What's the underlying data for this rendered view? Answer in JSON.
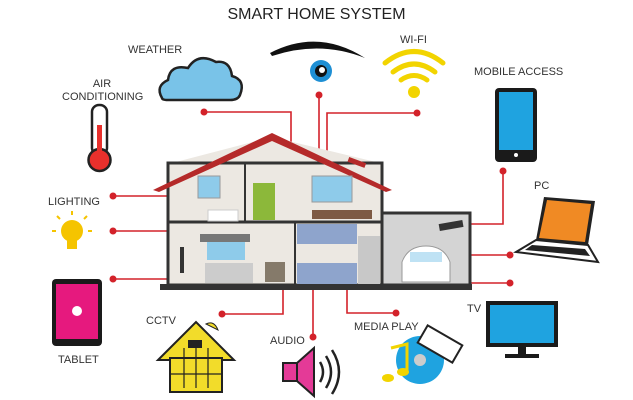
{
  "title": "SMART HOME SYSTEM",
  "labels": {
    "weather": "WEATHER",
    "air_conditioning_1": "AIR",
    "air_conditioning_2": "CONDITIONING",
    "wifi": "WI-FI",
    "mobile_access": "MOBILE ACCESS",
    "pc": "PC",
    "lighting": "LIGHTING",
    "tablet": "TABLET",
    "cctv": "CCTV",
    "audio": "AUDIO",
    "media_play": "MEDIA PLAY",
    "tv": "TV"
  },
  "colors": {
    "connector": "#d3222a",
    "roof": "#b52a2a",
    "wall": "#ece8e2",
    "cloud": "#79c3e8",
    "screen": "#1fa3e0",
    "wifi": "#f2d400",
    "laptop": "#f08a24",
    "tablet": "#e6197e",
    "speaker": "#e43a97"
  }
}
